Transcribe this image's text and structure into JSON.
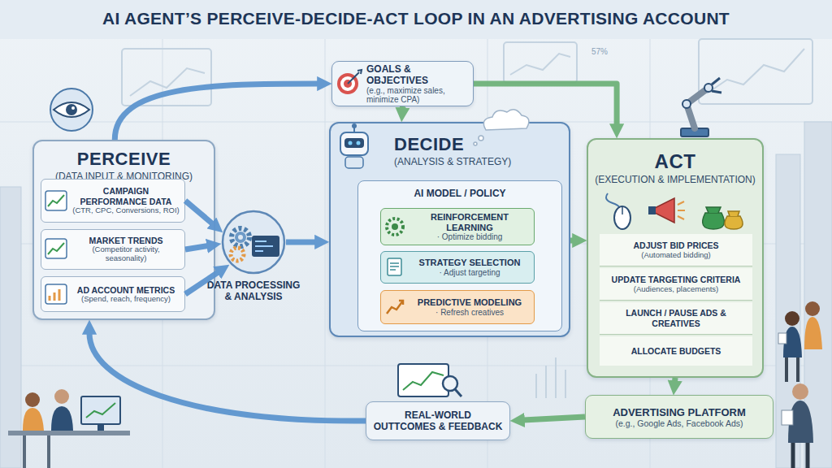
{
  "diagram": {
    "title": "AI AGENT’S PERCEIVE-DECIDE-ACT LOOP IN AN ADVERTISING ACCOUNT",
    "nodes": [
      {
        "text": [
          "PERCEIVE",
          "(DATA INPUT & MONITORING)"
        ]
      },
      {
        "text": [
          "CAMPAIGN PERFORMANCE DATA",
          "(CTR, CPC, Conversions, ROI)"
        ],
        "in": 0
      },
      {
        "text": [
          "MARKET TRENDS",
          "(Competitor activity, seasonality)"
        ],
        "in": 0
      },
      {
        "text": [
          "AD ACCOUNT METRICS",
          "(Spend, reach, frequency)"
        ],
        "in": 0
      },
      {
        "text": [
          "GOALS & OBJECTIVES",
          "(e.g., maximize sales, minimize CPA)"
        ]
      },
      {
        "text": [
          "DATA PROCESSING & ANALYSIS"
        ]
      },
      {
        "text": [
          "DECIDE",
          "(ANALYSIS & STRATEGY)"
        ]
      },
      {
        "text": [
          "AI MODEL / POLICY"
        ],
        "in": 6
      },
      {
        "text": [
          "REINFORCEMENT LEARNING",
          "· Optimize bidding"
        ],
        "in": 7
      },
      {
        "text": [
          "STRATEGY SELECTION",
          "· Adjust targeting"
        ],
        "in": 7
      },
      {
        "text": [
          "PREDICTIVE MODELING",
          "· Refresh creatives"
        ],
        "in": 7
      },
      {
        "text": [
          "ACT",
          "(EXECUTION & IMPLEMENTATION)"
        ]
      },
      {
        "text": [
          "ADJUST BID PRICES",
          "(Automated bidding)"
        ],
        "in": 11
      },
      {
        "text": [
          "UPDATE TARGETING CRITERIA",
          "(Audiences, placements)"
        ],
        "in": 11
      },
      {
        "text": [
          "LAUNCH / PAUSE ADS & CREATIVES"
        ],
        "in": 11
      },
      {
        "text": [
          "ALLOCATE BUDGETS"
        ],
        "in": 11
      },
      {
        "text": [
          "ADVERTISING PLATFORM",
          "(e.g., Google Ads, Facebook Ads)"
        ]
      },
      {
        "text": [
          "REAL-WORLD OUTTCOMES & FEEDBACK"
        ]
      }
    ],
    "edges": [
      {
        "from": 1,
        "to": 5,
        "arrow": "to"
      },
      {
        "from": 2,
        "to": 5,
        "arrow": "to"
      },
      {
        "from": 3,
        "to": 5,
        "arrow": "to"
      },
      {
        "from": 5,
        "to": 6,
        "arrow": "to"
      },
      {
        "from": 0,
        "to": 4,
        "arrow": "to"
      },
      {
        "from": 4,
        "to": 6,
        "arrow": "to"
      },
      {
        "from": 4,
        "to": 11,
        "arrow": "to"
      },
      {
        "from": 6,
        "to": 11,
        "arrow": "to"
      },
      {
        "from": 11,
        "to": 16,
        "arrow": "to"
      },
      {
        "from": 16,
        "to": 17,
        "arrow": "to"
      },
      {
        "from": 17,
        "to": 0,
        "arrow": "to"
      }
    ],
    "labels": [
      "57%"
    ]
  }
}
